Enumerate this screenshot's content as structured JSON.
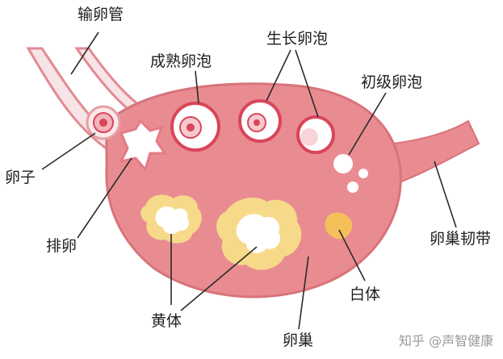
{
  "labels": {
    "fallopian_tube": "输卵管",
    "mature_follicle": "成熟卵泡",
    "growing_follicle": "生长卵泡",
    "primary_follicle": "初级卵泡",
    "egg": "卵子",
    "ovulation": "排卵",
    "ovarian_ligament": "卵巢韧带",
    "corpus_luteum": "黄体",
    "corpus_albicans": "白体",
    "ovary": "卵巢"
  },
  "watermark": "知乎 @声智健康",
  "colors": {
    "ovary_fill": "#e88c92",
    "ovary_outline": "#d9737a",
    "follicle_ring": "#d9455a",
    "follicle_core": "#f6c9cf",
    "luteum_outer": "#f7d98a",
    "luteum_inner": "#ffffff",
    "albicans": "#f5bf5a",
    "line": "#2b2b2b"
  }
}
